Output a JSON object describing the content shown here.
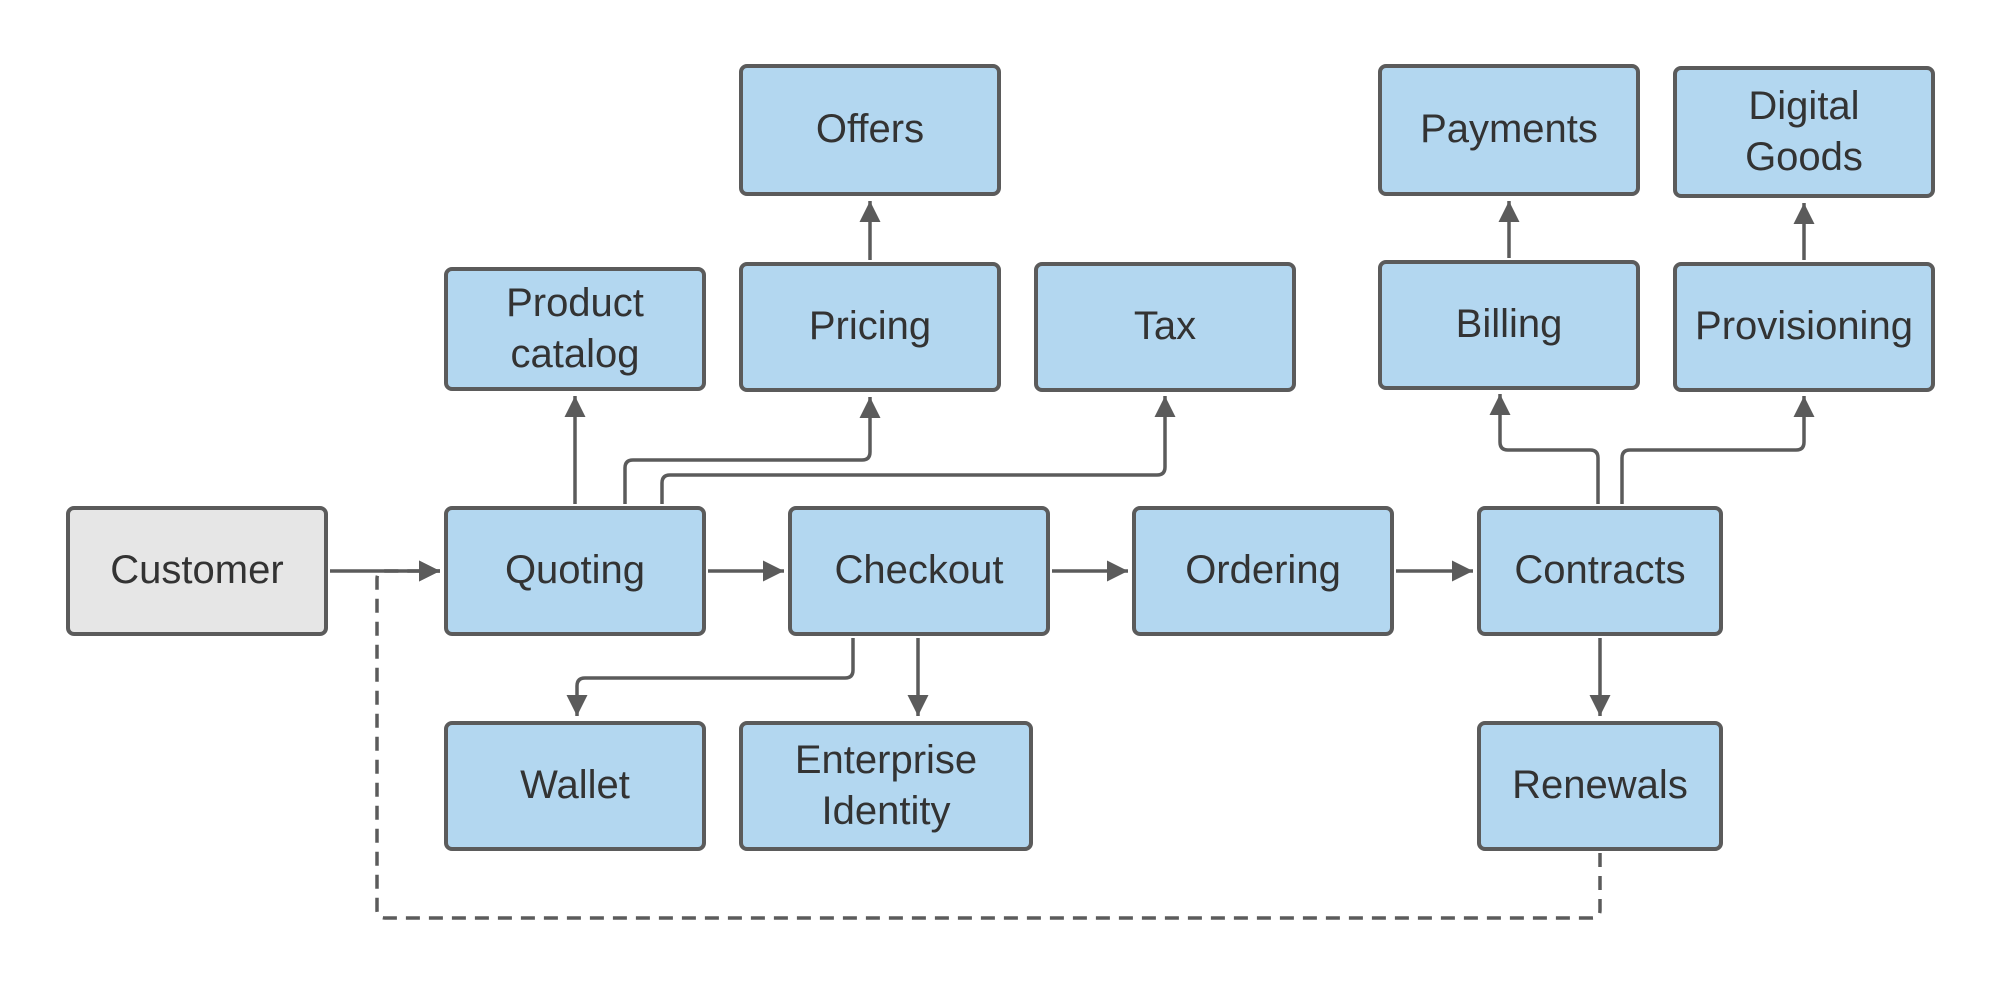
{
  "colors": {
    "node_fill": "#b3d7f0",
    "start_fill": "#e6e6e6",
    "border": "#5b5b5b",
    "text": "#333333",
    "edge": "#5b5b5b"
  },
  "nodes": [
    {
      "id": "customer",
      "label": "Customer",
      "style": "start"
    },
    {
      "id": "quoting",
      "label": "Quoting",
      "style": "service"
    },
    {
      "id": "checkout",
      "label": "Checkout",
      "style": "service"
    },
    {
      "id": "ordering",
      "label": "Ordering",
      "style": "service"
    },
    {
      "id": "contracts",
      "label": "Contracts",
      "style": "service"
    },
    {
      "id": "product-catalog",
      "label": "Product\ncatalog",
      "style": "service"
    },
    {
      "id": "pricing",
      "label": "Pricing",
      "style": "service"
    },
    {
      "id": "offers",
      "label": "Offers",
      "style": "service"
    },
    {
      "id": "tax",
      "label": "Tax",
      "style": "service"
    },
    {
      "id": "billing",
      "label": "Billing",
      "style": "service"
    },
    {
      "id": "payments",
      "label": "Payments",
      "style": "service"
    },
    {
      "id": "provisioning",
      "label": "Provisioning",
      "style": "service"
    },
    {
      "id": "digital-goods",
      "label": "Digital\nGoods",
      "style": "service"
    },
    {
      "id": "wallet",
      "label": "Wallet",
      "style": "service"
    },
    {
      "id": "enterprise-identity",
      "label": "Enterprise\nIdentity",
      "style": "service"
    },
    {
      "id": "renewals",
      "label": "Renewals",
      "style": "service"
    }
  ],
  "edges": [
    {
      "from": "customer",
      "to": "quoting",
      "style": "solid"
    },
    {
      "from": "quoting",
      "to": "checkout",
      "style": "solid"
    },
    {
      "from": "checkout",
      "to": "ordering",
      "style": "solid"
    },
    {
      "from": "ordering",
      "to": "contracts",
      "style": "solid"
    },
    {
      "from": "quoting",
      "to": "product-catalog",
      "style": "solid"
    },
    {
      "from": "quoting",
      "to": "pricing",
      "style": "solid"
    },
    {
      "from": "quoting",
      "to": "tax",
      "style": "solid"
    },
    {
      "from": "pricing",
      "to": "offers",
      "style": "solid"
    },
    {
      "from": "contracts",
      "to": "billing",
      "style": "solid"
    },
    {
      "from": "contracts",
      "to": "provisioning",
      "style": "solid"
    },
    {
      "from": "billing",
      "to": "payments",
      "style": "solid"
    },
    {
      "from": "provisioning",
      "to": "digital-goods",
      "style": "solid"
    },
    {
      "from": "checkout",
      "to": "wallet",
      "style": "solid"
    },
    {
      "from": "checkout",
      "to": "enterprise-identity",
      "style": "solid"
    },
    {
      "from": "contracts",
      "to": "renewals",
      "style": "solid"
    },
    {
      "from": "renewals",
      "to": "quoting",
      "style": "dashed"
    }
  ]
}
